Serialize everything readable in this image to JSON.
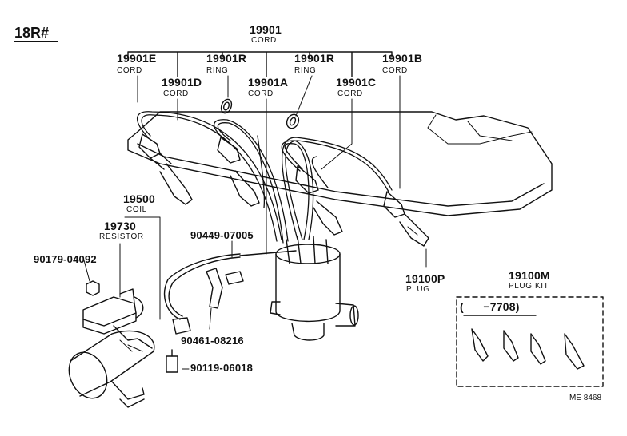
{
  "header": {
    "model": "18R#"
  },
  "callouts": {
    "cord_main": {
      "part": "19901",
      "name": "CORD"
    },
    "cord_e": {
      "part": "19901E",
      "name": "CORD"
    },
    "ring_1": {
      "part": "19901R",
      "name": "RING"
    },
    "ring_2": {
      "part": "19901R",
      "name": "RING"
    },
    "cord_b": {
      "part": "19901B",
      "name": "CORD"
    },
    "cord_d": {
      "part": "19901D",
      "name": "CORD"
    },
    "cord_a": {
      "part": "19901A",
      "name": "CORD"
    },
    "cord_c": {
      "part": "19901C",
      "name": "CORD"
    },
    "coil": {
      "part": "19500",
      "name": "COIL"
    },
    "resistor": {
      "part": "19730",
      "name": "RESISTOR"
    },
    "nut": {
      "part": "90179-04092"
    },
    "cord_bracket": {
      "part": "90449-07005"
    },
    "clamp": {
      "part": "90461-08216"
    },
    "bolt": {
      "part": "90119-06018"
    },
    "plug": {
      "part": "19100P",
      "name": "PLUG"
    },
    "plug_kit": {
      "part": "19100M",
      "name": "PLUG KIT",
      "range": "(      −7708)"
    }
  },
  "footer": {
    "ref": "ME 8468"
  }
}
